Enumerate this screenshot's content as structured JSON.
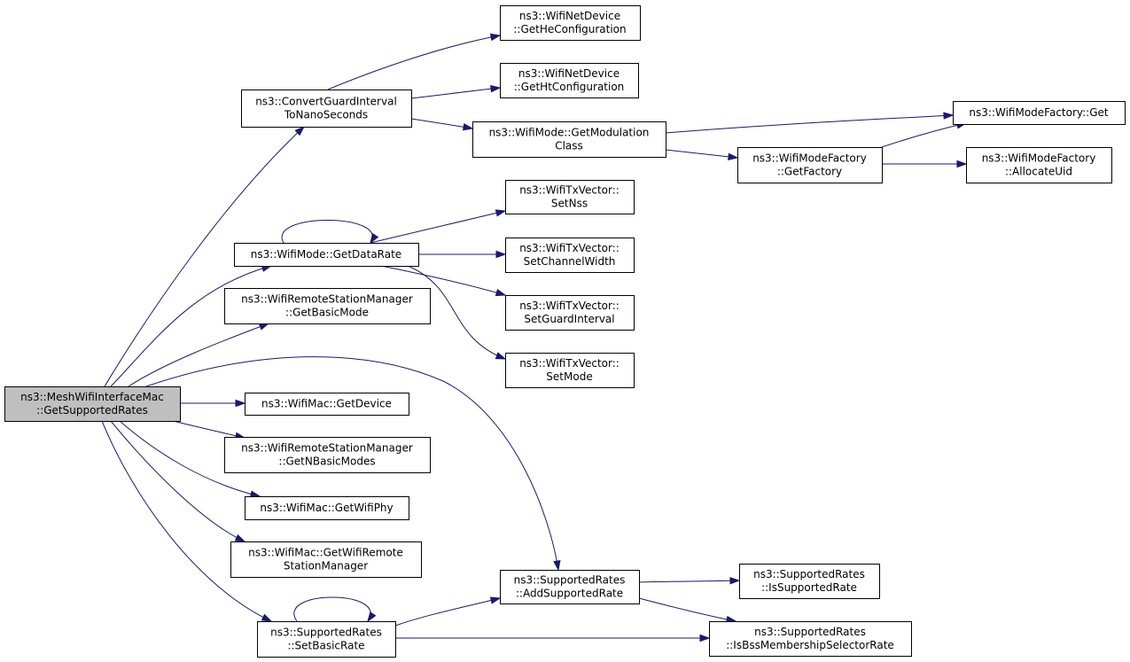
{
  "diagram": {
    "type": "call-graph",
    "colors": {
      "edge": "#191970",
      "root_fill": "#bfbfbf",
      "node_fill": "#ffffff",
      "border": "#000000"
    },
    "nodes": [
      {
        "id": "root",
        "lines": [
          "ns3::MeshWifiInterfaceMac",
          "::GetSupportedRates"
        ],
        "root": true
      },
      {
        "id": "convertGuard",
        "lines": [
          "ns3::ConvertGuardInterval",
          "ToNanoSeconds"
        ]
      },
      {
        "id": "getHeConfig",
        "lines": [
          "ns3::WifiNetDevice",
          "::GetHeConfiguration"
        ]
      },
      {
        "id": "getHtConfig",
        "lines": [
          "ns3::WifiNetDevice",
          "::GetHtConfiguration"
        ]
      },
      {
        "id": "getModClass",
        "lines": [
          "ns3::WifiMode::GetModulation",
          "Class"
        ]
      },
      {
        "id": "modeFactoryGet",
        "lines": [
          "ns3::WifiModeFactory::Get"
        ]
      },
      {
        "id": "getFactory",
        "lines": [
          "ns3::WifiModeFactory",
          "::GetFactory"
        ]
      },
      {
        "id": "allocateUid",
        "lines": [
          "ns3::WifiModeFactory",
          "::AllocateUid"
        ]
      },
      {
        "id": "getDataRate",
        "lines": [
          "ns3::WifiMode::GetDataRate"
        ]
      },
      {
        "id": "setNss",
        "lines": [
          "ns3::WifiTxVector::",
          "SetNss"
        ]
      },
      {
        "id": "setChannelWidth",
        "lines": [
          "ns3::WifiTxVector::",
          "SetChannelWidth"
        ]
      },
      {
        "id": "setGuardInterval",
        "lines": [
          "ns3::WifiTxVector::",
          "SetGuardInterval"
        ]
      },
      {
        "id": "setMode",
        "lines": [
          "ns3::WifiTxVector::",
          "SetMode"
        ]
      },
      {
        "id": "getBasicMode",
        "lines": [
          "ns3::WifiRemoteStationManager",
          "::GetBasicMode"
        ]
      },
      {
        "id": "getDevice",
        "lines": [
          "ns3::WifiMac::GetDevice"
        ]
      },
      {
        "id": "getNBasicModes",
        "lines": [
          "ns3::WifiRemoteStationManager",
          "::GetNBasicModes"
        ]
      },
      {
        "id": "getWifiPhy",
        "lines": [
          "ns3::WifiMac::GetWifiPhy"
        ]
      },
      {
        "id": "getWifiRemote",
        "lines": [
          "ns3::WifiMac::GetWifiRemote",
          "StationManager"
        ]
      },
      {
        "id": "addSupportedRate",
        "lines": [
          "ns3::SupportedRates",
          "::AddSupportedRate"
        ]
      },
      {
        "id": "isSupportedRate",
        "lines": [
          "ns3::SupportedRates",
          "::IsSupportedRate"
        ]
      },
      {
        "id": "setBasicRate",
        "lines": [
          "ns3::SupportedRates",
          "::SetBasicRate"
        ]
      },
      {
        "id": "isBssMembership",
        "lines": [
          "ns3::SupportedRates",
          "::IsBssMembershipSelectorRate"
        ]
      }
    ],
    "edges": [
      [
        "root",
        "convertGuard"
      ],
      [
        "root",
        "getDataRate"
      ],
      [
        "root",
        "getBasicMode"
      ],
      [
        "root",
        "addSupportedRate"
      ],
      [
        "root",
        "getDevice"
      ],
      [
        "root",
        "getNBasicModes"
      ],
      [
        "root",
        "getWifiPhy"
      ],
      [
        "root",
        "getWifiRemote"
      ],
      [
        "root",
        "setBasicRate"
      ],
      [
        "convertGuard",
        "getHeConfig"
      ],
      [
        "convertGuard",
        "getHtConfig"
      ],
      [
        "convertGuard",
        "getModClass"
      ],
      [
        "getModClass",
        "modeFactoryGet"
      ],
      [
        "getModClass",
        "getFactory"
      ],
      [
        "getFactory",
        "modeFactoryGet"
      ],
      [
        "getFactory",
        "allocateUid"
      ],
      [
        "getDataRate",
        "getDataRate"
      ],
      [
        "getDataRate",
        "setNss"
      ],
      [
        "getDataRate",
        "setChannelWidth"
      ],
      [
        "getDataRate",
        "setGuardInterval"
      ],
      [
        "getDataRate",
        "setMode"
      ],
      [
        "addSupportedRate",
        "isSupportedRate"
      ],
      [
        "addSupportedRate",
        "isBssMembership"
      ],
      [
        "setBasicRate",
        "setBasicRate"
      ],
      [
        "setBasicRate",
        "addSupportedRate"
      ],
      [
        "setBasicRate",
        "isBssMembership"
      ]
    ]
  }
}
